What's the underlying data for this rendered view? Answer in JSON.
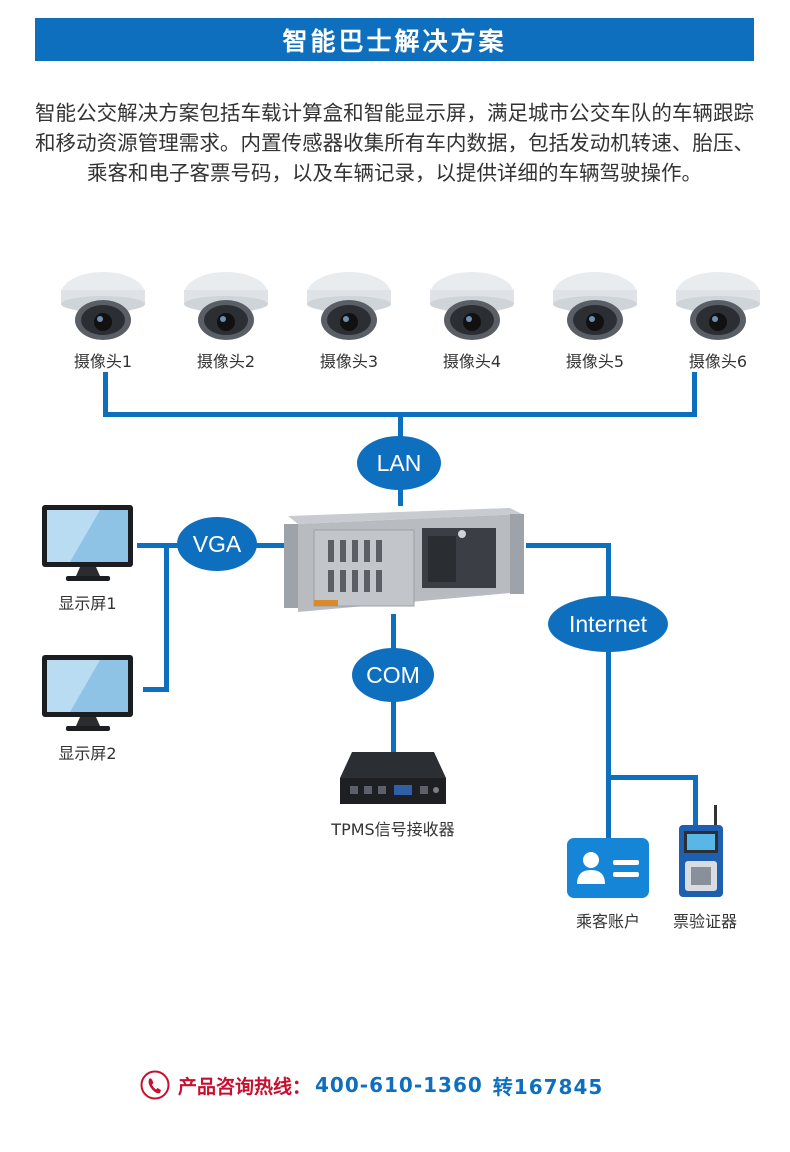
{
  "header": {
    "title": "智能巴士解决方案"
  },
  "intro": {
    "text": "智能公交解决方案包括车载计算盒和智能显示屏，满足城市公交车队的车辆跟踪和移动资源管理需求。内置传感器收集所有车内数据，包括发动机转速、胎压、乘客和电子客票号码，以及车辆记录，以提供详细的车辆驾驶操作。"
  },
  "cameras": [
    {
      "label": "摄像头1"
    },
    {
      "label": "摄像头2"
    },
    {
      "label": "摄像头3"
    },
    {
      "label": "摄像头4"
    },
    {
      "label": "摄像头5"
    },
    {
      "label": "摄像头6"
    }
  ],
  "links": {
    "lan": "LAN",
    "vga": "VGA",
    "com": "COM",
    "internet": "Internet"
  },
  "devices": {
    "monitor1": "显示屏1",
    "monitor2": "显示屏2",
    "tpms": "TPMS信号接收器",
    "passenger": "乘客账户",
    "ticket": "票验证器"
  },
  "hotline": {
    "label": "产品咨询热线：",
    "number": "400-610-1360",
    "ext": "转167845"
  },
  "colors": {
    "accent": "#0f6fbf",
    "hotline_red": "#c8102e"
  }
}
